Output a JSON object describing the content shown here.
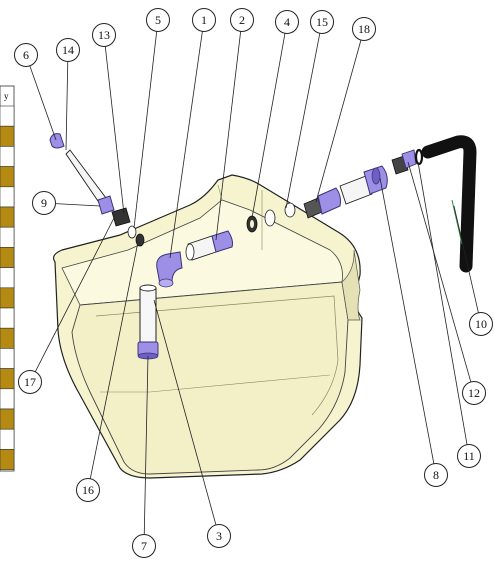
{
  "table": {
    "header": "y",
    "row_colors": [
      "#ffffff",
      "#b58a12",
      "#ffffff",
      "#b58a12",
      "#ffffff",
      "#b58a12",
      "#ffffff",
      "#b58a12",
      "#ffffff",
      "#b58a12",
      "#ffffff",
      "#b58a12",
      "#ffffff",
      "#b58a12",
      "#ffffff",
      "#b58a12",
      "#ffffff",
      "#b58a12"
    ]
  },
  "callouts": [
    "6",
    "14",
    "13",
    "5",
    "1",
    "2",
    "4",
    "15",
    "18",
    "9",
    "17",
    "16",
    "7",
    "3",
    "8",
    "11",
    "12",
    "10"
  ],
  "colors": {
    "tank_fill": "#f6f3cf",
    "tank_shade": "#e4e1b4",
    "fitting_purple": "#9d8fe6",
    "fitting_dark": "#5a4ea8",
    "hose": "#111111",
    "leader": "#222222"
  }
}
